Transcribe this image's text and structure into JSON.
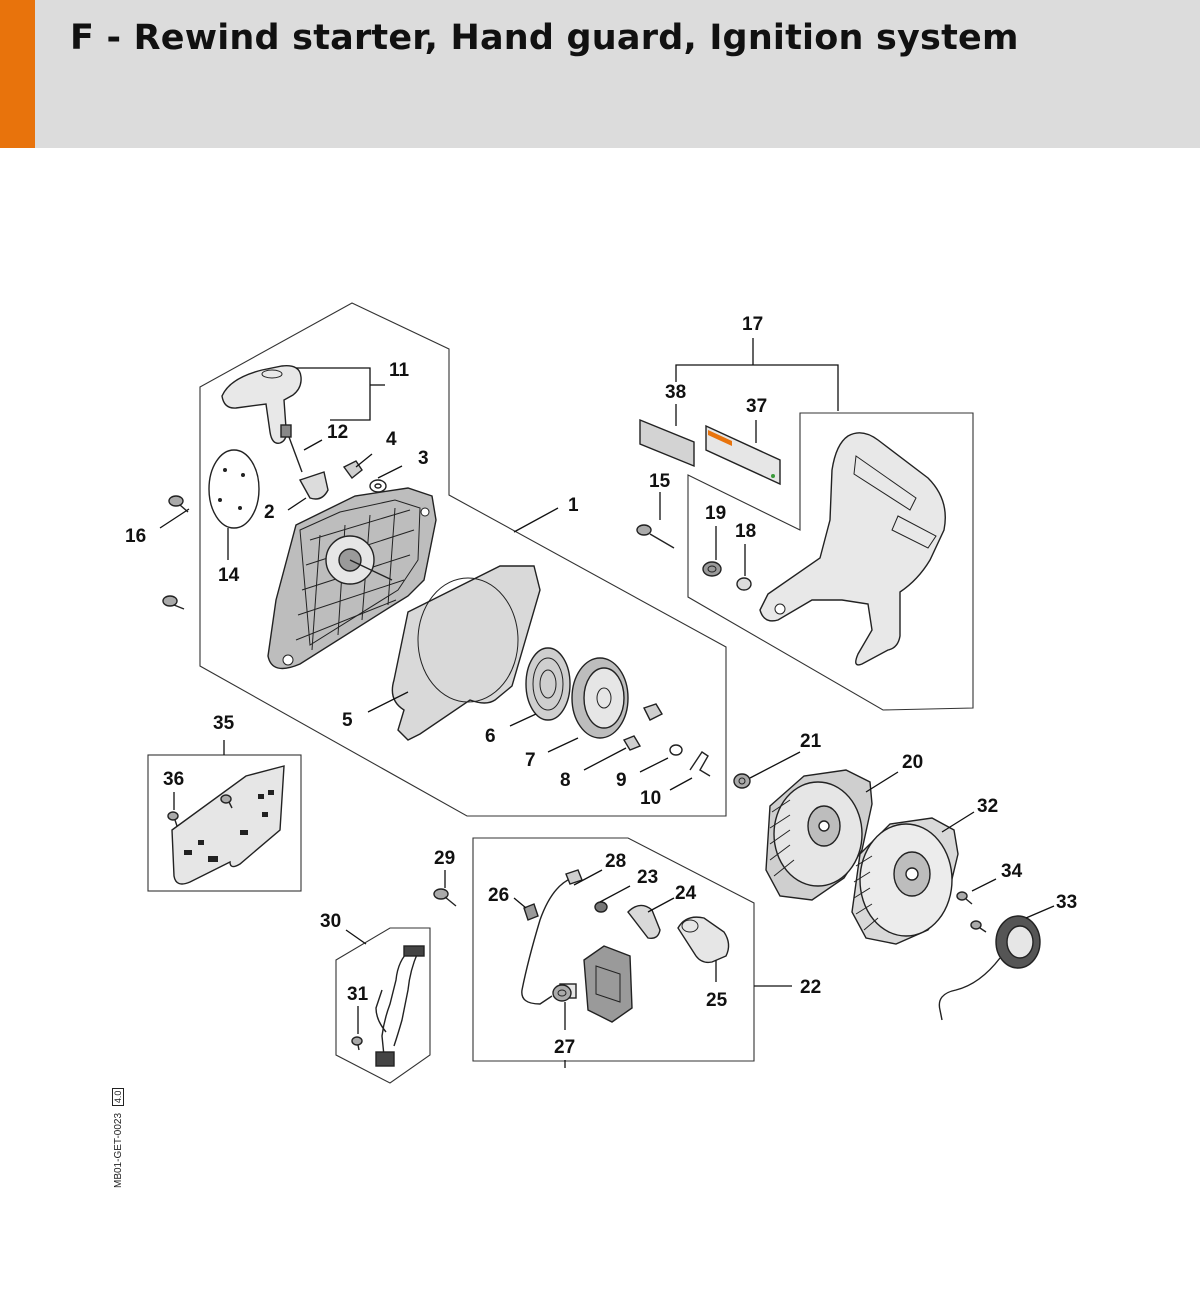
{
  "header": {
    "title": "F - Rewind starter, Hand guard, Ignition system",
    "accent_color": "#e8730c",
    "background_color": "#dcdcdc"
  },
  "drawing": {
    "id": "MB01-GET-0023",
    "revision": "4.0"
  },
  "callouts": {
    "c1": "1",
    "c2": "2",
    "c3": "3",
    "c4": "4",
    "c5": "5",
    "c6": "6",
    "c7": "7",
    "c8": "8",
    "c9": "9",
    "c10": "10",
    "c11": "11",
    "c12": "12",
    "c14": "14",
    "c15": "15",
    "c16": "16",
    "c17": "17",
    "c18": "18",
    "c19": "19",
    "c20": "20",
    "c21": "21",
    "c22": "22",
    "c23": "23",
    "c24": "24",
    "c25": "25",
    "c26": "26",
    "c27": "27",
    "c28": "28",
    "c29": "29",
    "c30": "30",
    "c31": "31",
    "c32": "32",
    "c33": "33",
    "c34": "34",
    "c35": "35",
    "c36": "36",
    "c37": "37",
    "c38": "38"
  }
}
